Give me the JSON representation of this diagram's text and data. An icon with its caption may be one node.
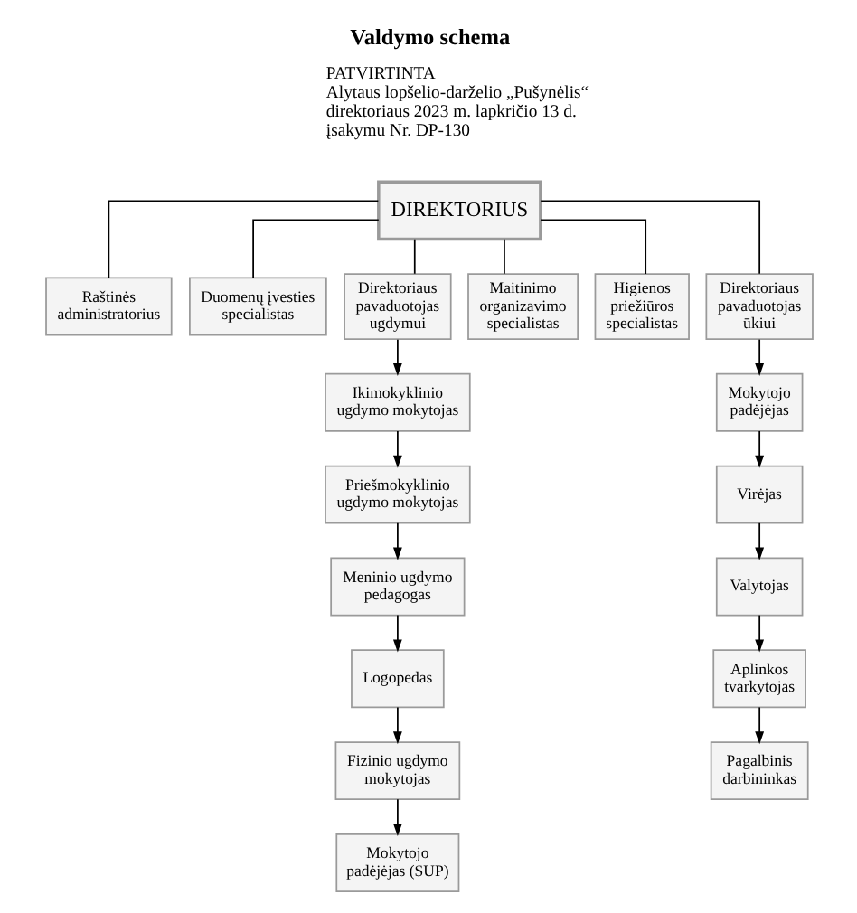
{
  "diagram": {
    "title": "Valdymo schema",
    "nodes": [
      {
        "text": [
          "DIREKTORIUS"
        ]
      },
      {
        "text": [
          "Raštinės administratorius"
        ]
      },
      {
        "text": [
          "Duomenų įvesties specialistas"
        ]
      },
      {
        "text": [
          "Direktoriaus pavaduotojas ugdymui"
        ]
      },
      {
        "text": [
          "Maitinimo organizavimo specialistas"
        ]
      },
      {
        "text": [
          "Higienos priežiūros specialistas"
        ]
      },
      {
        "text": [
          "Direktoriaus pavaduotojas ūkiui"
        ]
      },
      {
        "text": [
          "Ikimokyklinio ugdymo mokytojas"
        ]
      },
      {
        "text": [
          "Priešmokyklinio ugdymo mokytojas"
        ]
      },
      {
        "text": [
          "Meninio ugdymo pedagogas"
        ]
      },
      {
        "text": [
          "Logopedas"
        ]
      },
      {
        "text": [
          "Fizinio ugdymo mokytojas"
        ]
      },
      {
        "text": [
          "Mokytojo padėjėjas (SUP)"
        ]
      },
      {
        "text": [
          "Mokytojo padėjėjas"
        ]
      },
      {
        "text": [
          "Virėjas"
        ]
      },
      {
        "text": [
          "Valytojas"
        ]
      },
      {
        "text": [
          "Aplinkos tvarkytojas"
        ]
      },
      {
        "text": [
          "Pagalbinis darbininkas"
        ]
      }
    ],
    "edges": [
      {
        "from": 0,
        "to": 1,
        "arrow": "none"
      },
      {
        "from": 0,
        "to": 2,
        "arrow": "none"
      },
      {
        "from": 0,
        "to": 3,
        "arrow": "none"
      },
      {
        "from": 0,
        "to": 4,
        "arrow": "none"
      },
      {
        "from": 0,
        "to": 5,
        "arrow": "none"
      },
      {
        "from": 0,
        "to": 6,
        "arrow": "none"
      },
      {
        "from": 3,
        "to": 7,
        "arrow": "to"
      },
      {
        "from": 7,
        "to": 8,
        "arrow": "to"
      },
      {
        "from": 8,
        "to": 9,
        "arrow": "to"
      },
      {
        "from": 9,
        "to": 10,
        "arrow": "to"
      },
      {
        "from": 10,
        "to": 11,
        "arrow": "to"
      },
      {
        "from": 11,
        "to": 12,
        "arrow": "to"
      },
      {
        "from": 6,
        "to": 13,
        "arrow": "to"
      },
      {
        "from": 13,
        "to": 14,
        "arrow": "to"
      },
      {
        "from": 14,
        "to": 15,
        "arrow": "to"
      },
      {
        "from": 15,
        "to": 16,
        "arrow": "to"
      },
      {
        "from": 16,
        "to": 17,
        "arrow": "to"
      }
    ],
    "labels": [
      "PATVIRTINTA",
      "Alytaus lopšelio-darželio „Pušynėlis“ direktoriaus 2023 m. lapkričio 13 d. įsakymu Nr. DP-130"
    ]
  }
}
